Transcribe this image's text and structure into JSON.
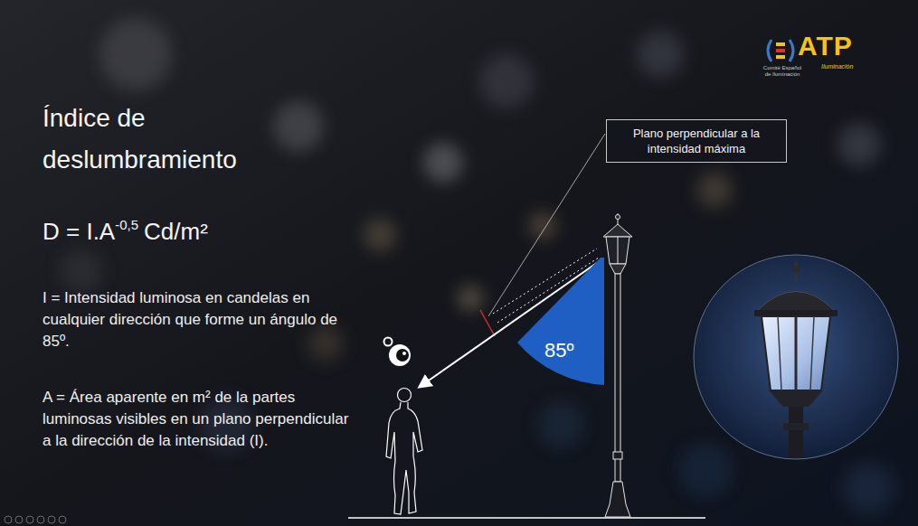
{
  "diagram": {
    "title": "Índice de deslumbramiento",
    "nodes": [
      {
        "text": [
          "Plano perpendicular a la intensidad máxima"
        ]
      },
      {
        "text": [
          "85º"
        ]
      }
    ],
    "labels": [
      "D = I.A",
      "-0,5",
      "Cd/m²",
      "I = Intensidad luminosa en candelas en cualquier dirección que forme un ángulo de 85º.",
      "A = Área aparente en m² de la partes luminosas visibles en un plano perpendicular a la dirección de la intensidad (I).",
      "ATP",
      "Iluminación",
      "Comité Español de Iluminación"
    ]
  }
}
